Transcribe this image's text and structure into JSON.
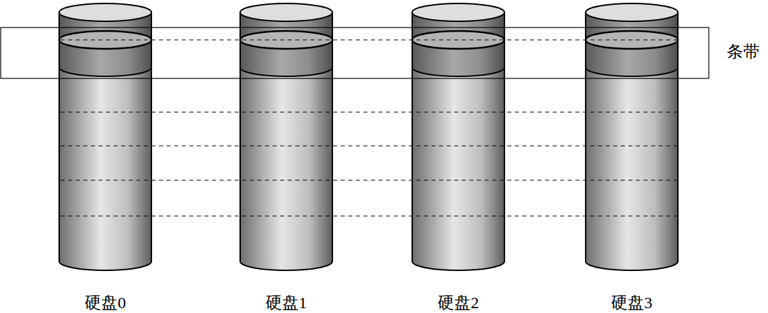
{
  "diagram": {
    "labels": [
      "硬盘0",
      "硬盘1",
      "硬盘2",
      "硬盘3",
      "条带"
    ]
  }
}
